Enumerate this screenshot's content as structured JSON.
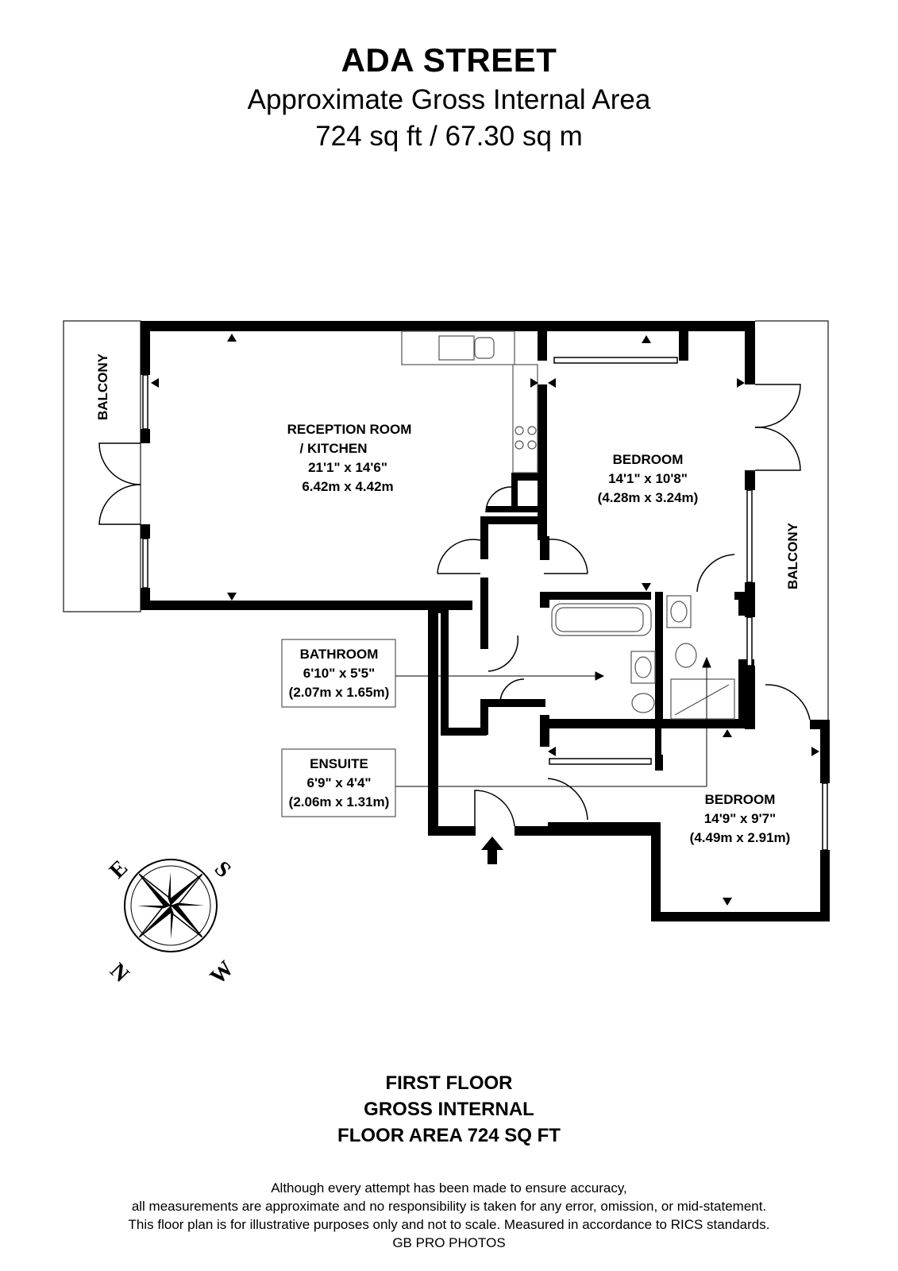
{
  "header": {
    "title": "ADA STREET",
    "subtitle": "Approximate Gross Internal Area",
    "area": "724 sq ft / 67.30 sq m"
  },
  "rooms": {
    "reception": {
      "name_1": "RECEPTION ROOM",
      "name_2": "/ KITCHEN",
      "imperial": "21'1\" x 14'6\"",
      "metric": "6.42m x 4.42m"
    },
    "bedroom1": {
      "name": "BEDROOM",
      "imperial": "14'1\" x 10'8\"",
      "metric": "(4.28m x 3.24m)"
    },
    "bedroom2": {
      "name": "BEDROOM",
      "imperial": "14'9\" x 9'7\"",
      "metric": "(4.49m x 2.91m)"
    },
    "bathroom": {
      "name": "BATHROOM",
      "imperial": "6'10\" x 5'5\"",
      "metric": "(2.07m x 1.65m)"
    },
    "ensuite": {
      "name": "ENSUITE",
      "imperial": "6'9\" x 4'4\"",
      "metric": "(2.06m x 1.31m)"
    },
    "balcony_left": "BALCONY",
    "balcony_right": "BALCONY"
  },
  "compass": {
    "n": "N",
    "e": "E",
    "s": "S",
    "w": "W"
  },
  "floor_info": {
    "line1": "FIRST FLOOR",
    "line2": "GROSS INTERNAL",
    "line3": "FLOOR AREA 724 SQ FT"
  },
  "disclaimer": {
    "line1": "Although every attempt has been made to ensure accuracy,",
    "line2": "all measurements are approximate and no responsibility is taken for any error, omission, or mid-statement.",
    "line3": "This floor plan is for illustrative purposes only and not to scale. Measured in accordance to RICS standards.",
    "credit": "GB PRO PHOTOS"
  },
  "colors": {
    "wall": "#000000",
    "background": "#ffffff",
    "fixture": "#555555"
  }
}
